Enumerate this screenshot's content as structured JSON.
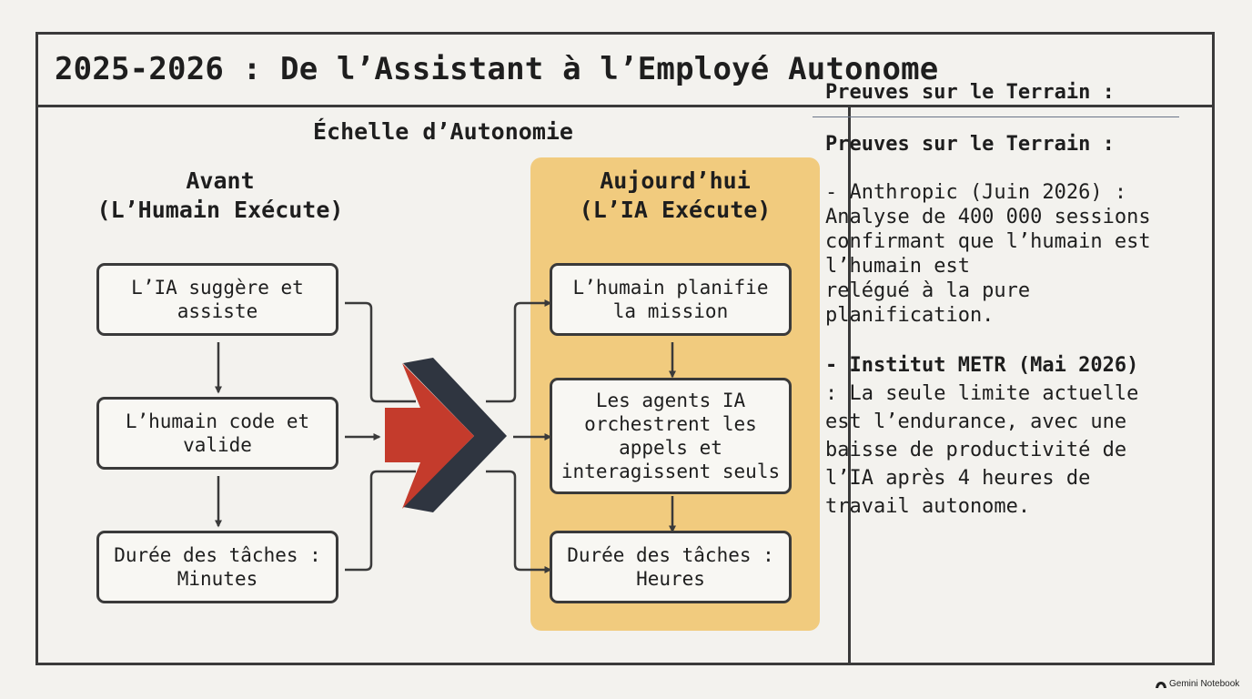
{
  "title": "2025-2026 : De l’Assistant à l’Employé Autonome",
  "scale": {
    "title": "Échelle d’Autonomie",
    "before": {
      "heading_line1": "Avant",
      "heading_line2": "(L’Humain Exécute)",
      "steps": [
        "L’IA suggère et assiste",
        "L’humain code et valide",
        "Durée des tâches : Minutes"
      ]
    },
    "now": {
      "heading_line1": "Aujourd’hui",
      "heading_line2": "(L’IA Exécute)",
      "steps": [
        "L’humain planifie la mission",
        "Les agents IA orchestrent les appels et interagissent seuls",
        "Durée des tâches : Heures"
      ]
    }
  },
  "evidence": {
    "header": "Preuves sur le Terrain :",
    "title": "Preuves sur le Terrain :",
    "item1": "- Anthropic (Juin 2026) :\nAnalyse de 400 000 sessions\nconfirmant que l’humain est\nl’humain est\nrelégué à la pure\nplanification.",
    "item2_bold": "- Institut METR (Mai 2026)",
    "item2_text": "\n: La seule limite actuelle\nest l’endurance, avec une\nbaisse de productivité de\nl’IA après 4 heures de\ntravail autonome."
  },
  "colors": {
    "panel": "#f1cb7e",
    "arrow_red": "#c43b2c",
    "arrow_dark": "#2f3540",
    "border": "#3a3a3a"
  },
  "watermark": "Gemini Notebook"
}
